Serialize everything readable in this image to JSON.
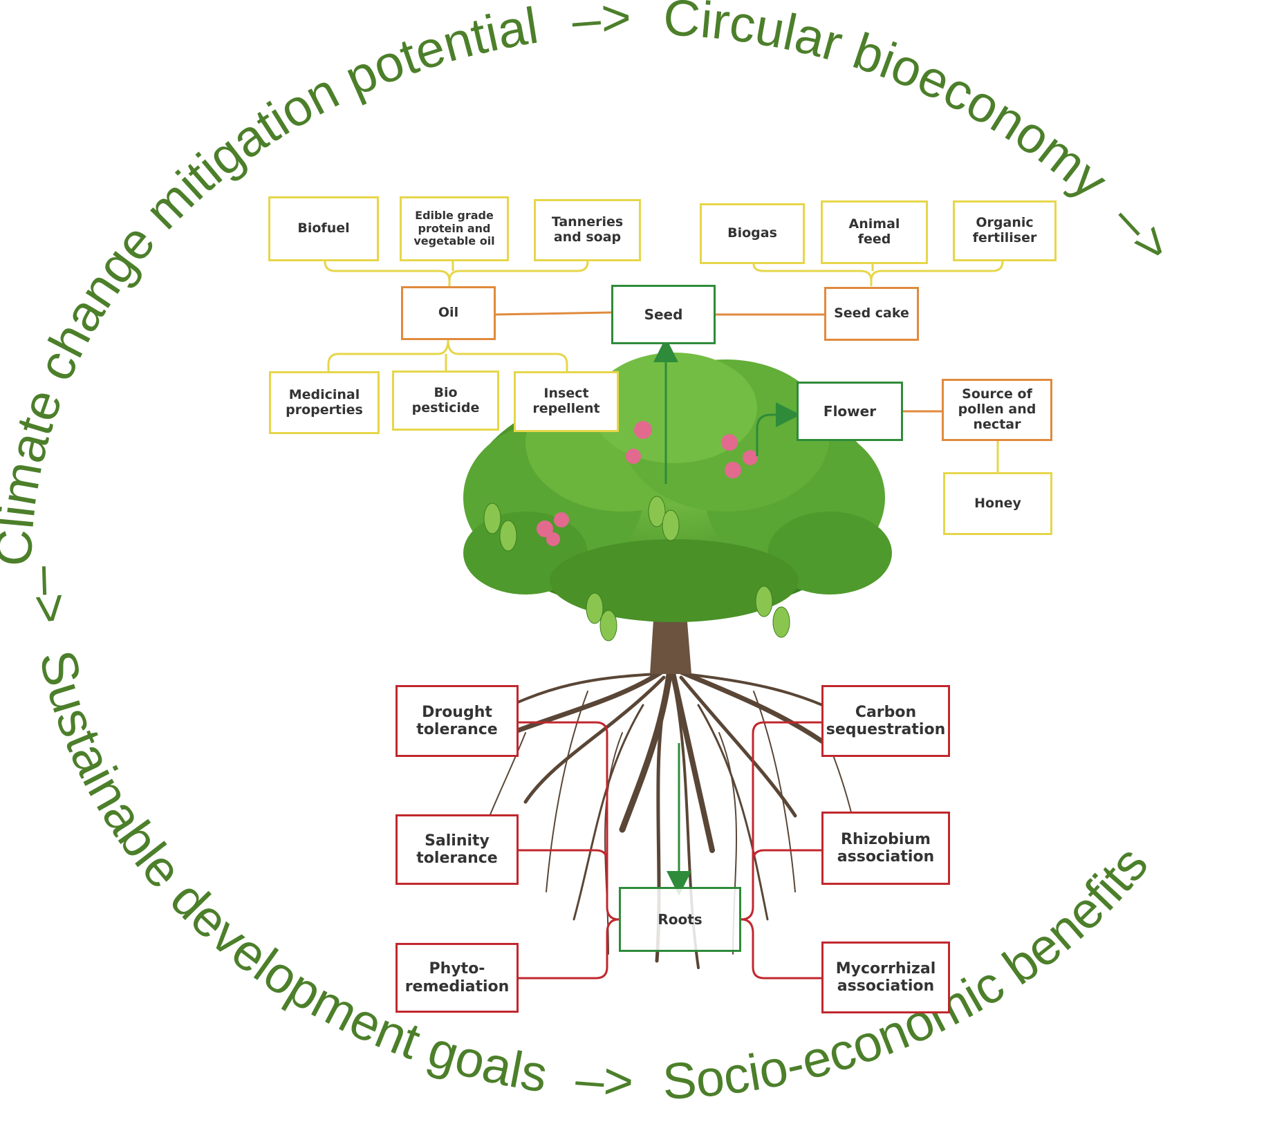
{
  "ring": {
    "segment1": "Climate change mitigation potential",
    "arrow1": "–>",
    "segment2": "Circular bioeconomy",
    "arrow2": "–>",
    "segment3": "Socio-economic benefits",
    "arrow3": "–>",
    "segment4": "Sustainable development goals",
    "arrow4": "–>"
  },
  "colors": {
    "ring_text": "#4c7f2a",
    "green": "#2e8b3a",
    "orange": "#e08a3c",
    "yellow": "#e6d64a",
    "red": "#c0272d"
  },
  "oil_uses_top": [
    "Biofuel",
    "Edible grade\nprotein and\nvegetable oil",
    "Tanneries\nand soap"
  ],
  "oil_uses_bottom": [
    "Medicinal\nproperties",
    "Bio\npesticide",
    "Insect\nrepellent"
  ],
  "seedcake_uses": [
    "Biogas",
    "Animal\nfeed",
    "Organic\nfertiliser"
  ],
  "nodes": {
    "oil": "Oil",
    "seed": "Seed",
    "seed_cake": "Seed cake",
    "flower": "Flower",
    "pollen": "Source of\npollen and\nnectar",
    "honey": "Honey",
    "roots": "Roots"
  },
  "root_traits_left": [
    "Drought\ntolerance",
    "Salinity\ntolerance",
    "Phyto-\nremediation"
  ],
  "root_traits_right": [
    "Carbon\nsequestration",
    "Rhizobium\nassociation",
    "Mycorrhizal\nassociation"
  ]
}
